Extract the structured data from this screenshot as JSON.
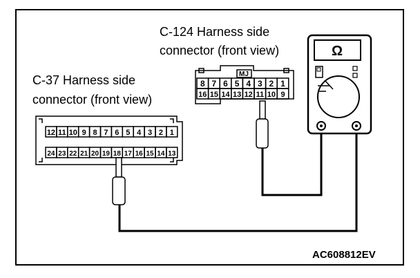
{
  "labels": {
    "c124_line1": "C-124 Harness side",
    "c124_line2": "connector (front view)",
    "c37_line1": "C-37 Harness side",
    "c37_line2": "connector (front view)",
    "figure_id": "AC608812EV"
  },
  "c124": {
    "header": "MJ",
    "top_row": [
      "8",
      "7",
      "6",
      "5",
      "4",
      "3",
      "2",
      "1"
    ],
    "bottom_row": [
      "16",
      "15",
      "14",
      "13",
      "12",
      "11",
      "10",
      "9"
    ]
  },
  "c37": {
    "top_row": [
      "12",
      "11",
      "10",
      "9",
      "8",
      "7",
      "6",
      "5",
      "4",
      "3",
      "2",
      "1"
    ],
    "bottom_row": [
      "24",
      "23",
      "22",
      "21",
      "20",
      "19",
      "18",
      "17",
      "16",
      "15",
      "14",
      "13"
    ]
  },
  "meter": {
    "symbol": "Ω"
  }
}
